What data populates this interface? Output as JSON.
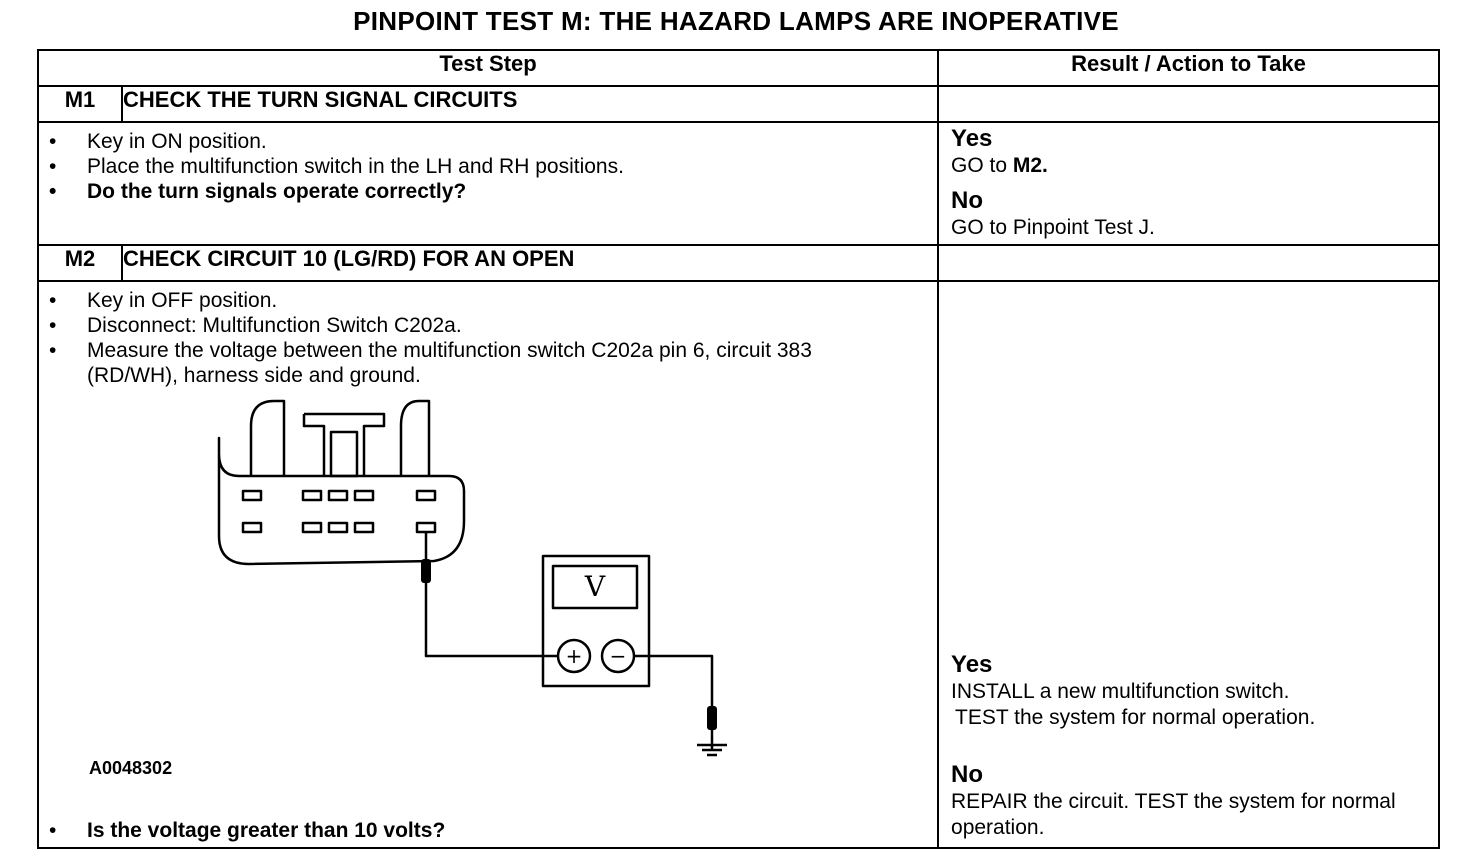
{
  "title": "PINPOINT TEST M: THE HAZARD LAMPS ARE INOPERATIVE",
  "headers": {
    "step": "Test Step",
    "result": "Result / Action to Take"
  },
  "m1": {
    "id": "M1",
    "heading": "CHECK THE TURN SIGNAL CIRCUITS",
    "steps": [
      "Key in ON position.",
      "Place the multifunction switch in the LH and RH positions."
    ],
    "question": "Do the turn signals operate correctly?",
    "yes_label": "Yes",
    "yes_prefix": "GO to ",
    "yes_target": "M2.",
    "no_label": "No",
    "no_text": "GO to Pinpoint Test J."
  },
  "m2": {
    "id": "M2",
    "heading": "CHECK CIRCUIT 10 (LG/RD) FOR AN OPEN",
    "steps": [
      "Key in OFF position.",
      "Disconnect: Multifunction Switch C202a.",
      "Measure the voltage between the multifunction switch C202a pin 6, circuit 383 (RD/WH), harness side and ground."
    ],
    "diagram_id": "A0048302",
    "meter_symbol": "V",
    "plus_symbol": "+",
    "minus_symbol": "−",
    "question": "Is the voltage greater than 10 volts?",
    "yes_label": "Yes",
    "yes_line1": "INSTALL a new multifunction switch.",
    "yes_line2": "TEST the system for normal operation.",
    "no_label": "No",
    "no_text": "REPAIR the circuit. TEST the system for normal operation."
  }
}
